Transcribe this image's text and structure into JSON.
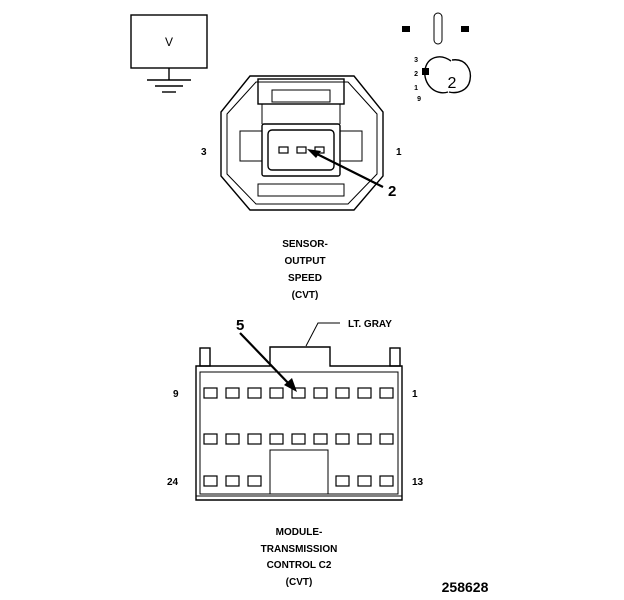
{
  "voltmeter": {
    "symbol": "V"
  },
  "view_indicator": {
    "pins": [
      "3",
      "2",
      "1",
      "9"
    ],
    "callout": "2"
  },
  "sensor_connector": {
    "pin_left": "3",
    "pin_right": "1",
    "callout": "2",
    "title_lines": [
      "SENSOR-",
      "OUTPUT",
      "SPEED",
      "(CVT)"
    ]
  },
  "module_connector": {
    "color_label": "LT. GRAY",
    "callout": "5",
    "pin_top_left": "9",
    "pin_top_right": "1",
    "pin_bottom_left": "24",
    "pin_bottom_right": "13",
    "title_lines": [
      "MODULE-",
      "TRANSMISSION",
      "CONTROL C2",
      "(CVT)"
    ]
  },
  "figure_number": "258628"
}
